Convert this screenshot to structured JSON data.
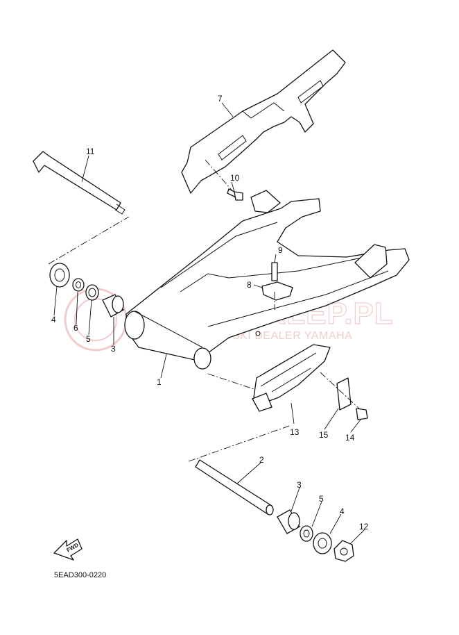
{
  "diagram": {
    "code": "5EAD300-0220",
    "fwd_label": "FWD",
    "watermark": {
      "title": "YAMA-SKLEP.PL",
      "subtitle": "WUJCIECHOWSKI DEALER YAMAHA"
    },
    "callouts": [
      "11",
      "7",
      "10",
      "9",
      "8",
      "4",
      "6",
      "5",
      "3",
      "1",
      "13",
      "15",
      "14",
      "2",
      "3",
      "5",
      "4",
      "12"
    ]
  }
}
